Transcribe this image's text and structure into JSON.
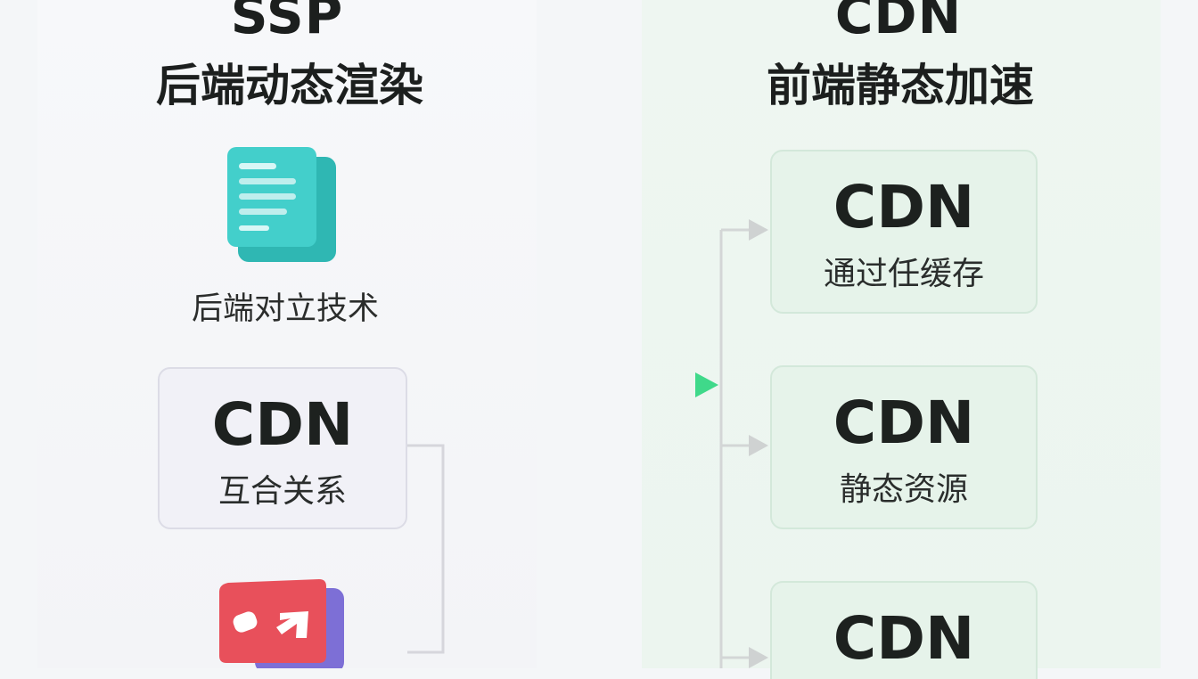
{
  "left": {
    "title": "SSP",
    "subtitle": "后端动态渲染",
    "icon_doc": "document-stack-icon",
    "icon_label": "后端对立技术",
    "card": {
      "title": "CDN",
      "label": "互合关系"
    },
    "icon_bottom": "media-card-icon"
  },
  "right": {
    "title": "CDN",
    "subtitle": "前端静态加速",
    "cards": [
      {
        "title": "CDN",
        "label": "通过任缓存"
      },
      {
        "title": "CDN",
        "label": "静态资源"
      },
      {
        "title": "CDN",
        "label": ""
      }
    ]
  },
  "colors": {
    "arrow_start": "#b7a8e6",
    "arrow_end": "#3fd98a",
    "connector": "#d7d7dc",
    "doc_icon": "#36c9c6",
    "media_icon_red": "#e8505b",
    "media_icon_purple": "#7d6fd6"
  }
}
